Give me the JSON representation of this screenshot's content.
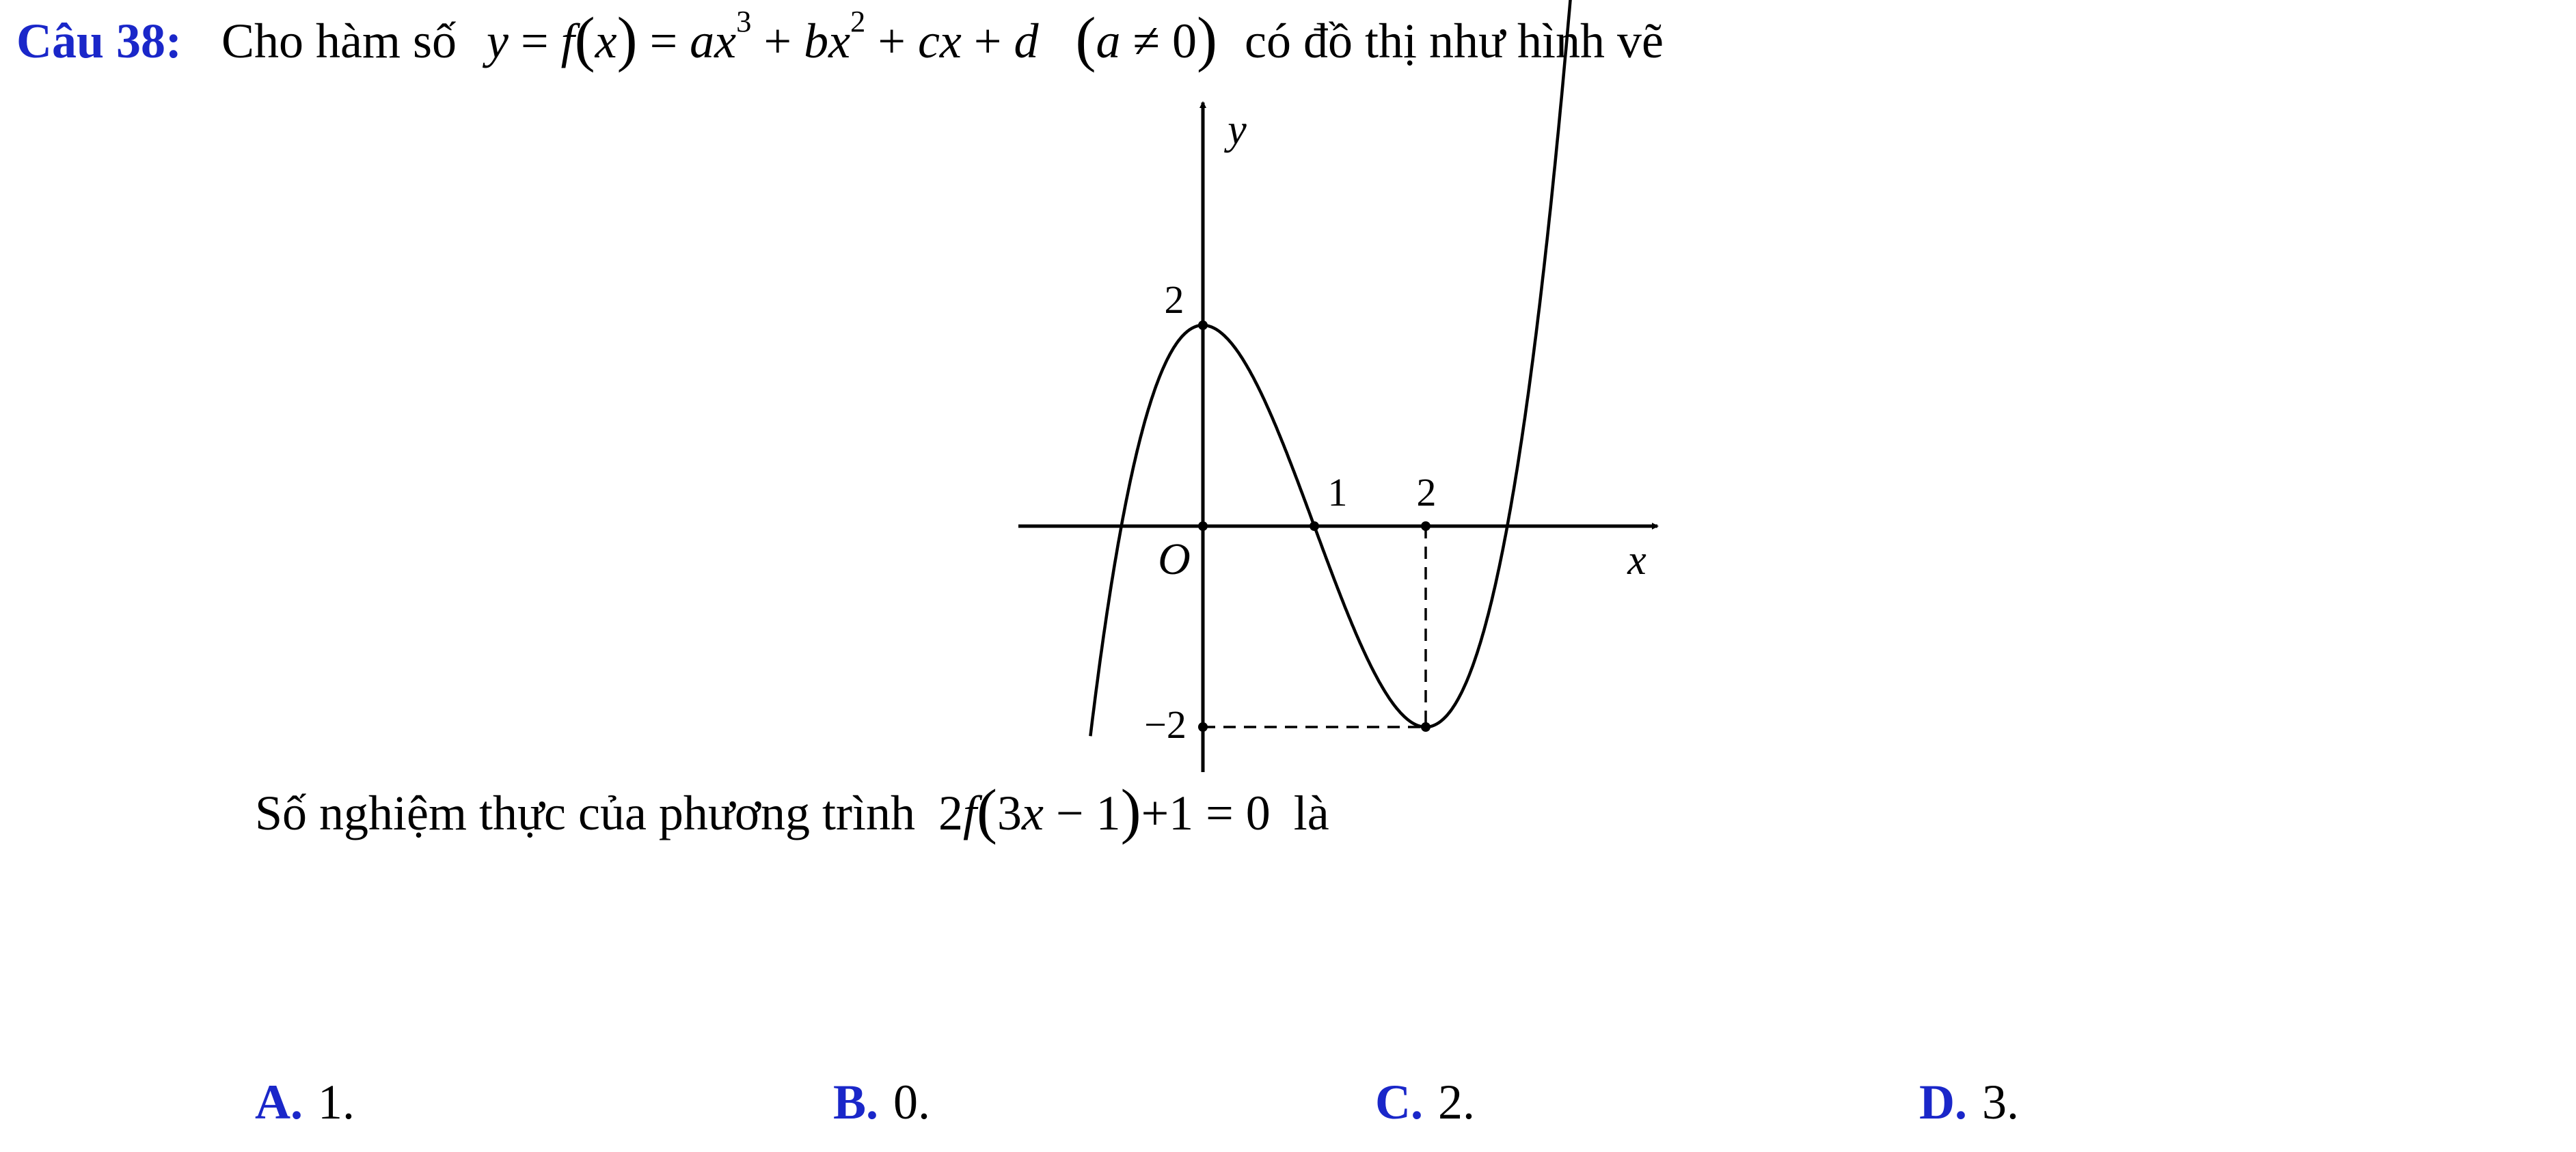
{
  "question": {
    "number": "Câu 38:",
    "intro": "Cho hàm số",
    "function_math": {
      "y": "y",
      "eq1": "=",
      "f": "f",
      "x": "x",
      "eq2": "=",
      "a": "a",
      "b": "b",
      "c": "c",
      "d": "d",
      "exp3": "3",
      "exp2": "2",
      "plus": "+",
      "cond_a": "a",
      "cond_neq": "≠",
      "cond_zero": "0"
    },
    "suffix": "có đồ thị như hình vẽ",
    "sub_prompt": "Số nghiệm thực của phương trình",
    "equation": {
      "coef": "2",
      "f": "f",
      "three": "3",
      "x": "x",
      "minus": "−",
      "one": "1",
      "plus": "+",
      "one2": "1",
      "eq": "=",
      "zero": "0"
    },
    "sub_suffix": "là"
  },
  "graph": {
    "axis_labels": {
      "x": "x",
      "y": "y",
      "origin": "O"
    },
    "tick_labels": {
      "y_max": "2",
      "y_min": "−2",
      "x_one": "1",
      "x_two": "2"
    },
    "points": {
      "max": [
        0,
        2
      ],
      "min": [
        2,
        -2
      ],
      "root": [
        1,
        0
      ]
    }
  },
  "options": [
    {
      "key": "A.",
      "value": "1."
    },
    {
      "key": "B.",
      "value": "0."
    },
    {
      "key": "C.",
      "value": "2."
    },
    {
      "key": "D.",
      "value": "3."
    }
  ],
  "colors": {
    "accent": "#1a27c9",
    "text": "#000000"
  }
}
